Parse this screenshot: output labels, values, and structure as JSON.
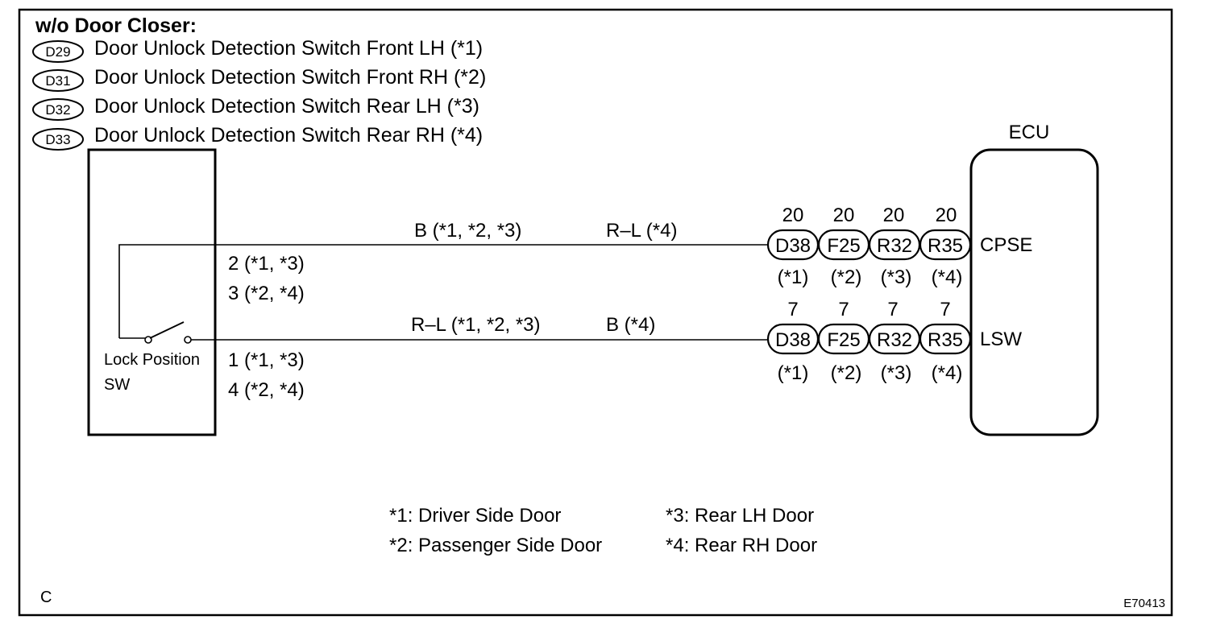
{
  "header": {
    "title": "w/o Door Closer:",
    "switches": [
      {
        "code": "D29",
        "label": "Door Unlock Detection Switch Front LH (*1)"
      },
      {
        "code": "D31",
        "label": "Door Unlock Detection Switch Front RH (*2)"
      },
      {
        "code": "D32",
        "label": "Door Unlock Detection Switch Rear LH (*3)"
      },
      {
        "code": "D33",
        "label": "Door Unlock Detection Switch Rear RH (*4)"
      }
    ]
  },
  "switch_block": {
    "label_line1": "Lock Position",
    "label_line2": "SW"
  },
  "wires": [
    {
      "pins_line1": "2 (*1, *3)",
      "pins_line2": "3 (*2, *4)",
      "color_a": "B (*1, *2, *3)",
      "color_b": "R–L (*4)",
      "terminal": "CPSE",
      "connectors": [
        {
          "pin": "20",
          "code": "D38",
          "note": "(*1)"
        },
        {
          "pin": "20",
          "code": "F25",
          "note": "(*2)"
        },
        {
          "pin": "20",
          "code": "R32",
          "note": "(*3)"
        },
        {
          "pin": "20",
          "code": "R35",
          "note": "(*4)"
        }
      ]
    },
    {
      "pins_line1": "1 (*1, *3)",
      "pins_line2": "4 (*2, *4)",
      "color_a": "R–L (*1, *2, *3)",
      "color_b": "B (*4)",
      "terminal": "LSW",
      "connectors": [
        {
          "pin": "7",
          "code": "D38",
          "note": "(*1)"
        },
        {
          "pin": "7",
          "code": "F25",
          "note": "(*2)"
        },
        {
          "pin": "7",
          "code": "R32",
          "note": "(*3)"
        },
        {
          "pin": "7",
          "code": "R35",
          "note": "(*4)"
        }
      ]
    }
  ],
  "ecu": {
    "label": "ECU"
  },
  "footnotes": [
    "*1: Driver Side Door",
    "*2: Passenger Side Door",
    "*3: Rear LH Door",
    "*4: Rear RH Door"
  ],
  "corner_left": "C",
  "corner_right": "E70413"
}
